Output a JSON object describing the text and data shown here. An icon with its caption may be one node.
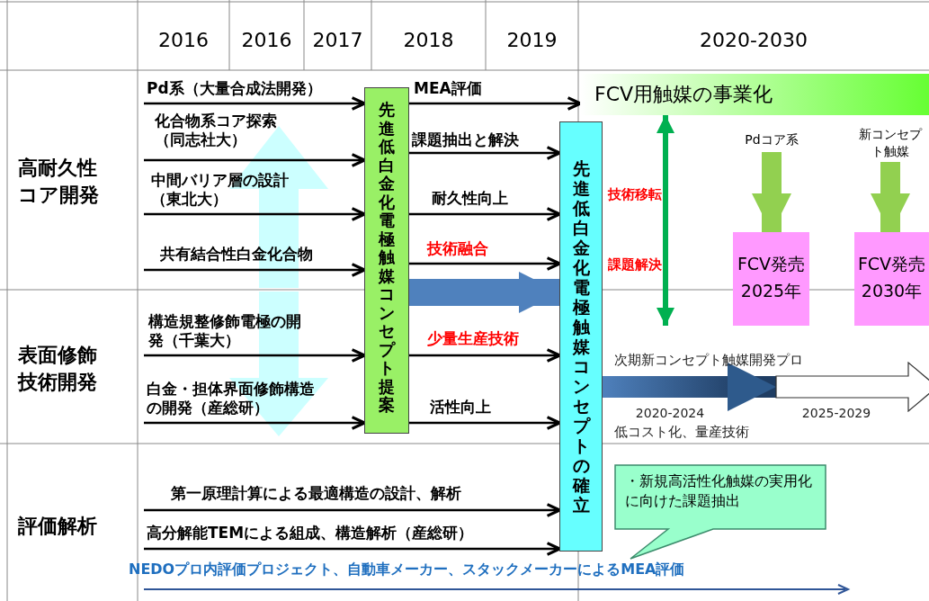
{
  "diagram": {
    "nodes": [
      {
        "text": [
          "先進低白金化電極触媒コンセプト提案"
        ]
      },
      {
        "text": [
          "先進低白金化電極触媒コンセプトの確立"
        ]
      },
      {
        "text": [
          "FCV用触媒の事業化"
        ]
      },
      {
        "text": [
          "FCV発売 2025年"
        ]
      },
      {
        "text": [
          "FCV発売 2030年"
        ]
      },
      {
        "text": [
          "Pdコア系"
        ]
      },
      {
        "text": [
          "新コンセプト触媒"
        ]
      },
      {
        "text": [
          "・新規高活性化触媒の実用化に向けた課題抽出"
        ]
      },
      {
        "text": [],
        "shape": "arrow"
      }
    ],
    "edges": [
      {
        "from": null,
        "to": 0,
        "arrow": "to",
        "label": "Pd系（大量合成法開発）"
      },
      {
        "from": null,
        "to": 0,
        "arrow": "to",
        "label": "化合物系コア探索（同志社大）"
      },
      {
        "from": null,
        "to": 0,
        "arrow": "to",
        "label": "中間バリア層の設計（東北大）"
      },
      {
        "from": null,
        "to": 0,
        "arrow": "to",
        "label": "共有結合性白金化合物"
      },
      {
        "from": null,
        "to": 0,
        "arrow": "to",
        "label": "構造規整修飾電極の開発（千葉大）"
      },
      {
        "from": null,
        "to": 0,
        "arrow": "to",
        "label": "白金・担体界面修飾構造の開発（産総研）"
      },
      {
        "from": 0,
        "to": 2,
        "arrow": "to",
        "label": "MEA評価"
      },
      {
        "from": 0,
        "to": 1,
        "arrow": "to",
        "label": "課題抽出と解決"
      },
      {
        "from": 0,
        "to": 1,
        "arrow": "to",
        "label": "耐久性向上"
      },
      {
        "from": 0,
        "to": 1,
        "arrow": "to",
        "label": "技術融合"
      },
      {
        "from": 0,
        "to": 1,
        "arrow": "to",
        "label": "少量生産技術"
      },
      {
        "from": 0,
        "to": 1,
        "arrow": "to",
        "label": "活性向上"
      },
      {
        "from": 0,
        "to": 1,
        "arrow": "to",
        "style": "thick",
        "color": "#4f81bd"
      },
      {
        "from": null,
        "to": 1,
        "arrow": "to",
        "label": "第一原理計算による最適構造の設計、解析"
      },
      {
        "from": null,
        "to": 1,
        "arrow": "to",
        "label": "高分解能TEMによる組成、構造解析（産総研）"
      },
      {
        "from": 2,
        "to": null,
        "arrow": "both",
        "style": "thick",
        "color": "#00b050"
      },
      {
        "from": 5,
        "to": 3,
        "arrow": "to",
        "style": "thick",
        "color": "#92d050"
      },
      {
        "from": 6,
        "to": 4,
        "arrow": "to",
        "style": "thick",
        "color": "#92d050"
      },
      {
        "from": 1,
        "to": 8,
        "arrow": "to",
        "style": "thick",
        "color": "#2e5a8c"
      }
    ],
    "labels": [
      "2016",
      "2016",
      "2017",
      "2018",
      "2019",
      "2020-2030",
      "高耐久性コア開発",
      "技術移転",
      "課題解決",
      "表面修飾技術開発",
      "次期新コンセプト触媒開発プロ",
      "2020-2024",
      "2025-2029",
      "低コスト化、量産技術",
      "評価解析",
      "NEDOプロ内評価プロジェクト、自動車メーカー、スタックメーカーによるMEA評価"
    ]
  }
}
